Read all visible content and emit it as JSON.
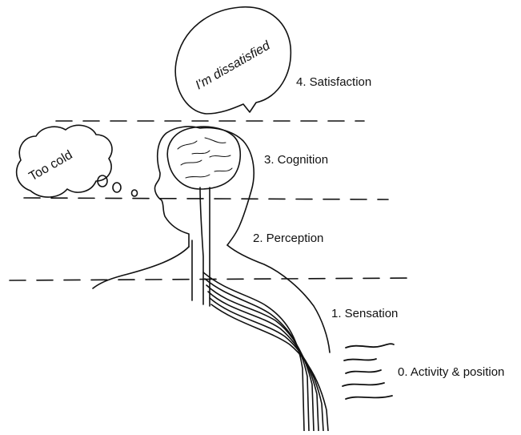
{
  "levels": {
    "satisfaction": "4. Satisfaction",
    "cognition": "3. Cognition",
    "perception": "2. Perception",
    "sensation": "1. Sensation",
    "activity": "0. Activity & position"
  },
  "speech_bubble": {
    "text": "I'm dissatisfied"
  },
  "thought_bubble": {
    "text": "Too cold"
  },
  "colors": {
    "ink": "#111111",
    "background": "#ffffff"
  }
}
